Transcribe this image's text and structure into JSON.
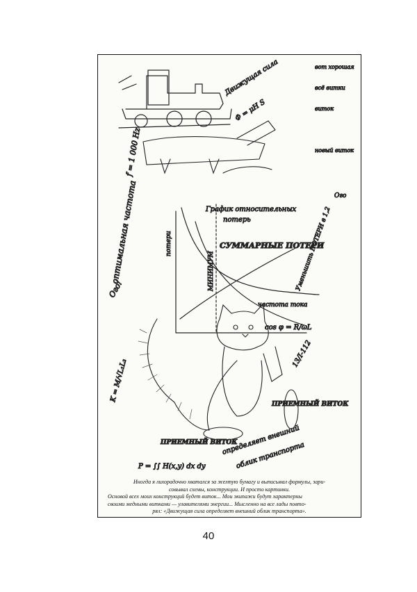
{
  "sketch_labels": {
    "chart_title_1": "График относительных",
    "chart_title_2": "потерь",
    "total_losses": "СУММАРНЫЕ ПОТЕРИ",
    "minimum": "МИНИМУМ",
    "y_axis": "потери",
    "x_axis": "частота тока",
    "lowered_losses": "Уменьшить ПОТЕРИ в 1,2",
    "optimal_freq": "оптимальная частота",
    "freq_value": "f = 1 000 Hz",
    "driving_force": "Движущая сила",
    "defines": "определяет внешний",
    "transport_look": "облик транспорта",
    "receiver_coil_1": "ПРИЕМНЫЙ ВИТОК",
    "receiver_coil_2": "ПРИЕМНЫЙ ВИТОК",
    "phi_formula": "Ф = μH S",
    "cos_formula": "cos φ = R/ωL",
    "k_formula": "K = M/√L₁L₂",
    "p_formula": "P = ∫∫ H(x,y) dx dy",
    "date": "13/I-112",
    "eureka": "Ого!",
    "wow": "Ого",
    "coil": "виток",
    "all_coils": "всё витки",
    "new_coil": "новый виток",
    "drawing_top_right": "вот хорошая"
  },
  "caption": {
    "line1": "Иногда я лихорадочно хватался за желтую бумагу и выписывал формулы, зари-",
    "line2": "совывал схемы, конструкции. И просто картинки.",
    "line3": "Основой всех моих конструкций будет виток... Мои экипажи будут характерны",
    "line4": "своими медными витками — улавителями энергии... Мысленно на все лады повто-",
    "line5": "рял: «Движущая сила определяет внешний облик транспорта»."
  },
  "page_number": "40"
}
